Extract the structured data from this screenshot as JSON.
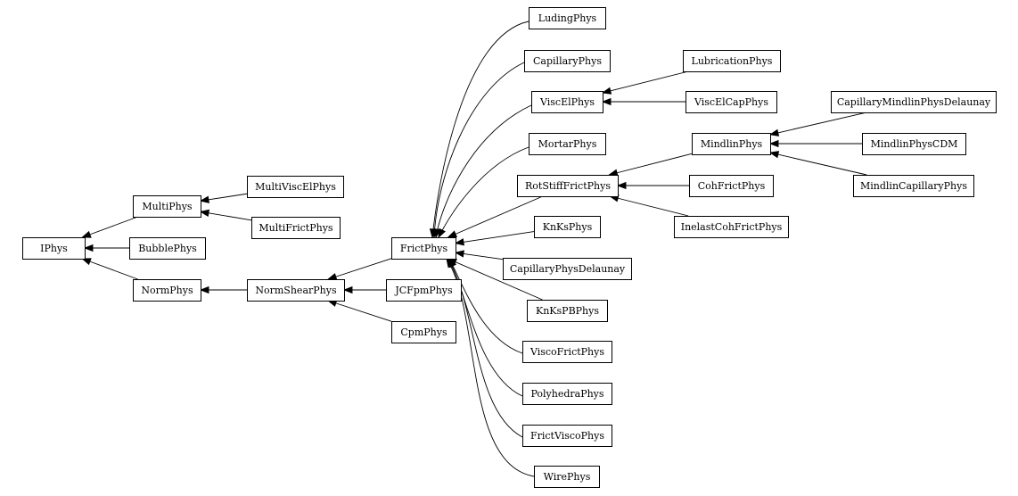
{
  "diagram": {
    "nodes": [
      {
        "id": "IPhys",
        "label": "IPhys"
      },
      {
        "id": "MultiPhys",
        "label": "MultiPhys"
      },
      {
        "id": "BubblePhys",
        "label": "BubblePhys"
      },
      {
        "id": "NormPhys",
        "label": "NormPhys"
      },
      {
        "id": "MultiViscElPhys",
        "label": "MultiViscElPhys"
      },
      {
        "id": "MultiFrictPhys",
        "label": "MultiFrictPhys"
      },
      {
        "id": "NormShearPhys",
        "label": "NormShearPhys"
      },
      {
        "id": "FrictPhys",
        "label": "FrictPhys"
      },
      {
        "id": "JCFpmPhys",
        "label": "JCFpmPhys"
      },
      {
        "id": "CpmPhys",
        "label": "CpmPhys"
      },
      {
        "id": "LudingPhys",
        "label": "LudingPhys"
      },
      {
        "id": "CapillaryPhys",
        "label": "CapillaryPhys"
      },
      {
        "id": "ViscElPhys",
        "label": "ViscElPhys"
      },
      {
        "id": "MortarPhys",
        "label": "MortarPhys"
      },
      {
        "id": "RotStiffFrictPhys",
        "label": "RotStiffFrictPhys"
      },
      {
        "id": "KnKsPhys",
        "label": "KnKsPhys"
      },
      {
        "id": "CapillaryPhysDelaunay",
        "label": "CapillaryPhysDelaunay"
      },
      {
        "id": "KnKsPBPhys",
        "label": "KnKsPBPhys"
      },
      {
        "id": "ViscoFrictPhys",
        "label": "ViscoFrictPhys"
      },
      {
        "id": "PolyhedraPhys",
        "label": "PolyhedraPhys"
      },
      {
        "id": "FrictViscoPhys",
        "label": "FrictViscoPhys"
      },
      {
        "id": "WirePhys",
        "label": "WirePhys"
      },
      {
        "id": "LubricationPhys",
        "label": "LubricationPhys"
      },
      {
        "id": "ViscElCapPhys",
        "label": "ViscElCapPhys"
      },
      {
        "id": "MindlinPhys",
        "label": "MindlinPhys"
      },
      {
        "id": "CohFrictPhys",
        "label": "CohFrictPhys"
      },
      {
        "id": "InelastCohFrictPhys",
        "label": "InelastCohFrictPhys"
      },
      {
        "id": "CapillaryMindlinPhysDelaunay",
        "label": "CapillaryMindlinPhysDelaunay"
      },
      {
        "id": "MindlinPhysCDM",
        "label": "MindlinPhysCDM"
      },
      {
        "id": "MindlinCapillaryPhys",
        "label": "MindlinCapillaryPhys"
      }
    ],
    "edges": [
      {
        "from": "MultiPhys",
        "to": "IPhys"
      },
      {
        "from": "BubblePhys",
        "to": "IPhys"
      },
      {
        "from": "NormPhys",
        "to": "IPhys"
      },
      {
        "from": "MultiViscElPhys",
        "to": "MultiPhys"
      },
      {
        "from": "MultiFrictPhys",
        "to": "MultiPhys"
      },
      {
        "from": "NormShearPhys",
        "to": "NormPhys"
      },
      {
        "from": "FrictPhys",
        "to": "NormShearPhys"
      },
      {
        "from": "JCFpmPhys",
        "to": "NormShearPhys"
      },
      {
        "from": "CpmPhys",
        "to": "NormShearPhys"
      },
      {
        "from": "LudingPhys",
        "to": "FrictPhys"
      },
      {
        "from": "CapillaryPhys",
        "to": "FrictPhys"
      },
      {
        "from": "ViscElPhys",
        "to": "FrictPhys"
      },
      {
        "from": "MortarPhys",
        "to": "FrictPhys"
      },
      {
        "from": "RotStiffFrictPhys",
        "to": "FrictPhys"
      },
      {
        "from": "KnKsPhys",
        "to": "FrictPhys"
      },
      {
        "from": "CapillaryPhysDelaunay",
        "to": "FrictPhys"
      },
      {
        "from": "KnKsPBPhys",
        "to": "FrictPhys"
      },
      {
        "from": "ViscoFrictPhys",
        "to": "FrictPhys"
      },
      {
        "from": "PolyhedraPhys",
        "to": "FrictPhys"
      },
      {
        "from": "FrictViscoPhys",
        "to": "FrictPhys"
      },
      {
        "from": "WirePhys",
        "to": "FrictPhys"
      },
      {
        "from": "LubricationPhys",
        "to": "ViscElPhys"
      },
      {
        "from": "ViscElCapPhys",
        "to": "ViscElPhys"
      },
      {
        "from": "MindlinPhys",
        "to": "RotStiffFrictPhys"
      },
      {
        "from": "CohFrictPhys",
        "to": "RotStiffFrictPhys"
      },
      {
        "from": "InelastCohFrictPhys",
        "to": "RotStiffFrictPhys"
      },
      {
        "from": "CapillaryMindlinPhysDelaunay",
        "to": "MindlinPhys"
      },
      {
        "from": "MindlinPhysCDM",
        "to": "MindlinPhys"
      },
      {
        "from": "MindlinCapillaryPhys",
        "to": "MindlinPhys"
      }
    ]
  }
}
